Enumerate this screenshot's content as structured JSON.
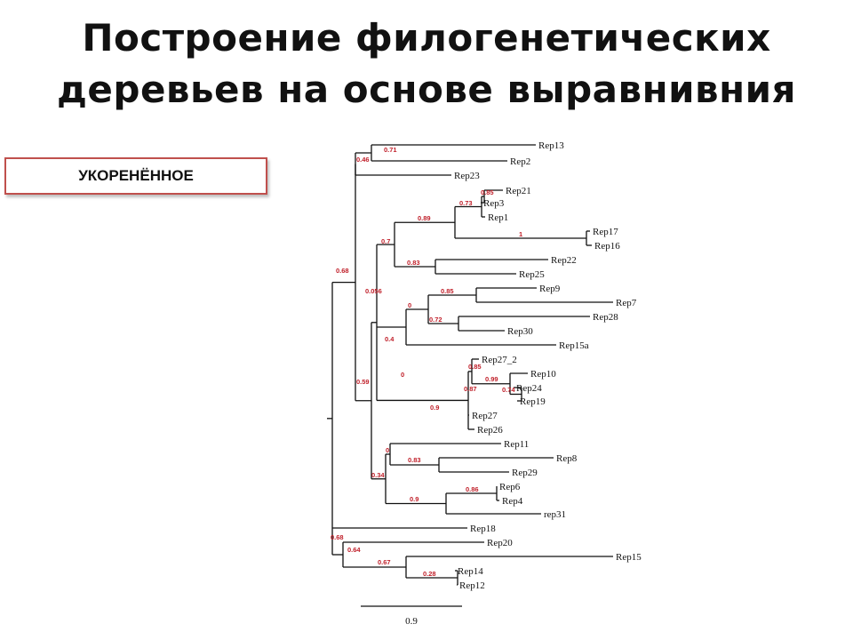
{
  "slide": {
    "title_line1": "Построение филогенетических",
    "title_line2": "деревьев на основе выравнивния",
    "tree_type_label": "УКОРЕНЁННОЕ"
  },
  "colors": {
    "support": "#c0202a",
    "branch": "#111111",
    "box_border": "#c0504d"
  },
  "tree": {
    "leaves": [
      "Rep13",
      "Rep2",
      "Rep23",
      "Rep21",
      "Rep3",
      "Rep1",
      "Rep17",
      "Rep16",
      "Rep22",
      "Rep25",
      "Rep9",
      "Rep7",
      "Rep28",
      "Rep30",
      "Rep15a",
      "Rep27_2",
      "Rep10",
      "Rep24",
      "Rep19",
      "Rep27",
      "Rep26",
      "Rep11",
      "Rep8",
      "Rep29",
      "Rep6",
      "Rep4",
      "rep31",
      "Rep18",
      "Rep20",
      "Rep15",
      "Rep14",
      "Rep12"
    ],
    "supports": [
      "0.71",
      "0.46",
      "0.85",
      "0.73",
      "0.89",
      "1",
      "0.7",
      "0.83",
      "0.056",
      "0.85",
      "0",
      "0.72",
      "0.4",
      "0.85",
      "0.99",
      "0.74",
      "0.87",
      "0.9",
      "0.59",
      "0",
      "0.83",
      "0.86",
      "0.9",
      "0.34",
      "0.68",
      "0.68",
      "0.64",
      "0.67",
      "0.28",
      "0"
    ],
    "scale_bar_label": "0.9"
  }
}
